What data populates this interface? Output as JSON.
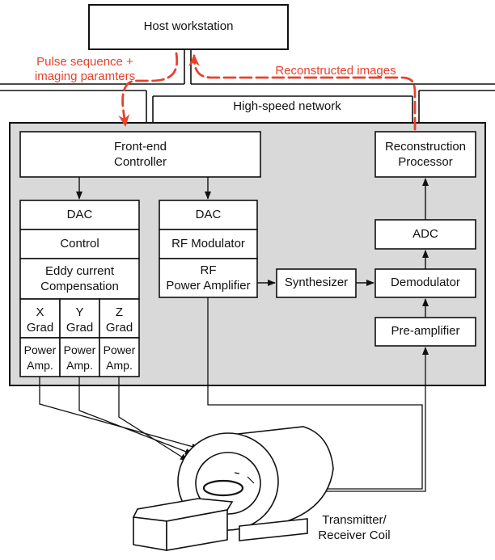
{
  "host": {
    "label": "Host workstation"
  },
  "network": {
    "label": "High-speed network"
  },
  "annotations": {
    "pulse_line1": "Pulse sequence +",
    "pulse_line2": "imaging paramters",
    "recon_images": "Reconstructed images"
  },
  "front_end": {
    "line1": "Front-end",
    "line2": "Controller"
  },
  "gradient_chain": {
    "dac": "DAC",
    "control": "Control",
    "eddy_line1": "Eddy current",
    "eddy_line2": "Compensation",
    "channels": [
      {
        "axis": "X",
        "grad": "Grad",
        "power": "Power",
        "amp": "Amp."
      },
      {
        "axis": "Y",
        "grad": "Grad",
        "power": "Power",
        "amp": "Amp."
      },
      {
        "axis": "Z",
        "grad": "Grad",
        "power": "Power",
        "amp": "Amp."
      }
    ]
  },
  "rf_chain": {
    "dac": "DAC",
    "modulator": "RF Modulator",
    "amp_line1": "RF",
    "amp_line2": "Power Amplifier"
  },
  "synthesizer": "Synthesizer",
  "receive_chain": {
    "recon_line1": "Reconstruction",
    "recon_line2": "Processor",
    "adc": "ADC",
    "demodulator": "Demodulator",
    "preamp": "Pre-amplifier"
  },
  "coil": {
    "line1": "Transmitter/",
    "line2": "Receiver Coil"
  },
  "colors": {
    "panel": "#d9d9d9",
    "accent": "#e8412c",
    "line": "#111111"
  }
}
